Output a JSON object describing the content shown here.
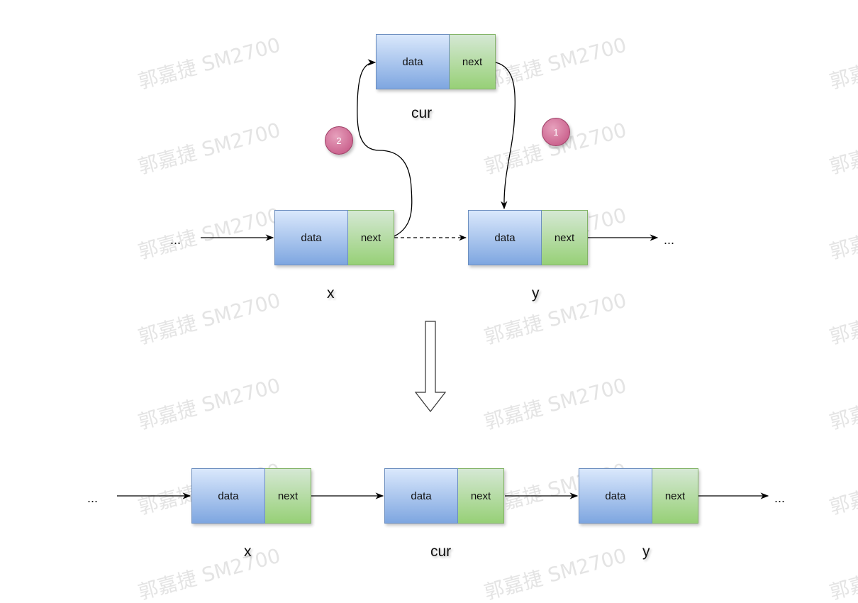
{
  "watermark": {
    "text": "郭嘉捷  SM2700"
  },
  "top": {
    "cur": {
      "data": "data",
      "next": "next",
      "label": "cur"
    },
    "x": {
      "data": "data",
      "next": "next",
      "label": "x"
    },
    "y": {
      "data": "data",
      "next": "next",
      "label": "y"
    },
    "left_ellipsis": "...",
    "right_ellipsis": "...",
    "step1": "1",
    "step2": "2"
  },
  "bottom": {
    "x": {
      "data": "data",
      "next": "next",
      "label": "x"
    },
    "cur": {
      "data": "data",
      "next": "next",
      "label": "cur"
    },
    "y": {
      "data": "data",
      "next": "next",
      "label": "y"
    },
    "left_ellipsis": "...",
    "right_ellipsis": "..."
  },
  "colors": {
    "data_fill": "#dae8fc",
    "data_stroke": "#6c8ebf",
    "next_fill": "#97d077",
    "next_stroke": "#82b366",
    "badge": "#c24f7f"
  }
}
